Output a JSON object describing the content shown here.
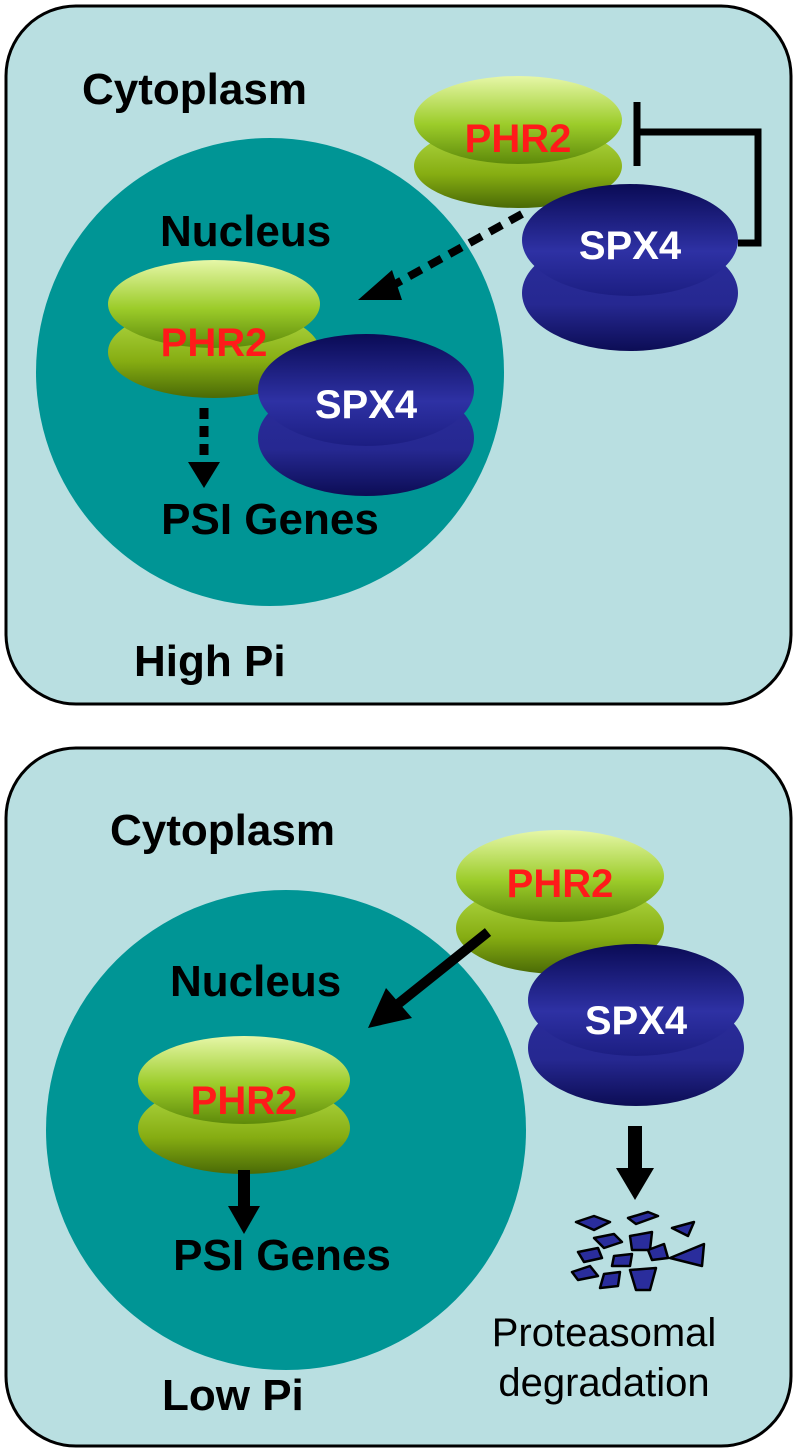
{
  "panels": [
    {
      "condition": "High Pi",
      "compartment_outer": "Cytoplasm",
      "compartment_inner": "Nucleus",
      "proteins": {
        "cyto_phr2": "PHR2",
        "cyto_spx4": "SPX4",
        "nuc_phr2": "PHR2",
        "nuc_spx4": "SPX4"
      },
      "target": "PSI Genes"
    },
    {
      "condition": "Low Pi",
      "compartment_outer": "Cytoplasm",
      "compartment_inner": "Nucleus",
      "proteins": {
        "cyto_phr2": "PHR2",
        "cyto_spx4": "SPX4",
        "nuc_phr2": "PHR2"
      },
      "target": "PSI Genes",
      "degradation_line1": "Proteasomal",
      "degradation_line2": "degradation"
    }
  ],
  "colors": {
    "cell_fill": "#b9dfe1",
    "nucleus_fill": "#009595",
    "phr2_fill": "#7fb20e",
    "spx4_fill": "#22248a",
    "phr2_text": "#ff1a1a",
    "spx4_text": "#ffffff"
  }
}
